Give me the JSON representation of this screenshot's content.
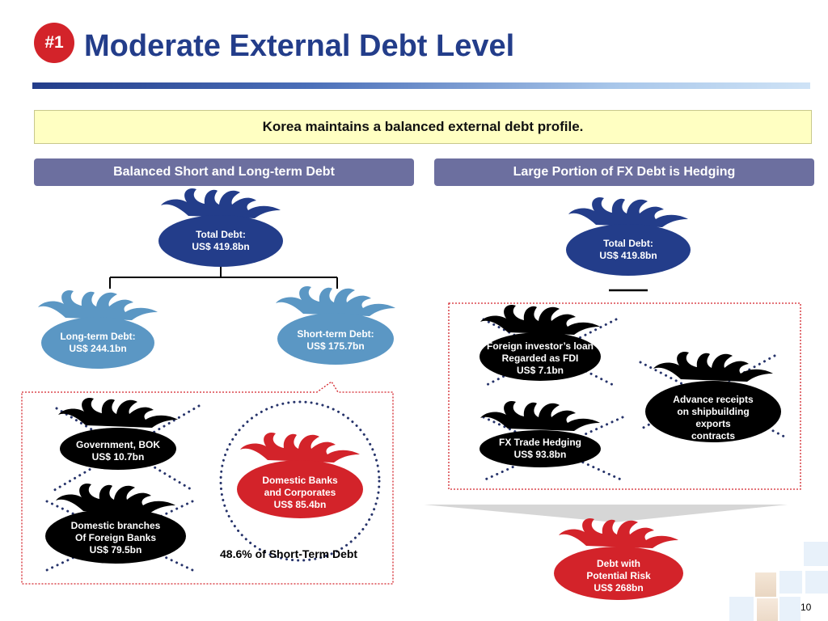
{
  "badge": "#1",
  "title": "Moderate External Debt Level",
  "banner": "Korea maintains a balanced external debt profile.",
  "left_header": "Balanced Short and Long-term Debt",
  "right_header": "Large Portion of FX Debt is Hedging",
  "left_tree": {
    "total": {
      "line1": "Total Debt:",
      "line2": "US$ 419.8bn"
    },
    "long_term": {
      "line1": "Long-term Debt:",
      "line2": "US$ 244.1bn"
    },
    "short_term": {
      "line1": "Short-term Debt:",
      "line2": "US$ 175.7bn"
    },
    "government": {
      "line1": "Government, BOK",
      "line2": "US$ 10.7bn"
    },
    "foreign_branches": {
      "line1": "Domestic branches",
      "line2": "Of Foreign Banks",
      "line3": "US$ 79.5bn"
    },
    "domestic_banks": {
      "line1": "Domestic Banks",
      "line2": "and Corporates",
      "line3": "US$ 85.4bn"
    },
    "note": "48.6% of Short-Term Debt"
  },
  "right_tree": {
    "total": {
      "line1": "Total Debt:",
      "line2": "US$ 419.8bn"
    },
    "fdi": {
      "line1": "Foreign investor’s loan",
      "line2": "Regarded as FDI",
      "line3": "US$ 7.1bn"
    },
    "advance": {
      "line1": "Advance receipts",
      "line2": "on shipbuilding",
      "line3": "exports",
      "line4": "contracts"
    },
    "fx_hedging": {
      "line1": "FX Trade Hedging",
      "line2": "US$ 93.8bn"
    },
    "risk": {
      "line1": "Debt with",
      "line2": "Potential Risk",
      "line3": "US$ 268bn"
    }
  },
  "colors": {
    "navy": "#233d8a",
    "light_blue": "#5b97c4",
    "black": "#000000",
    "red": "#d3232a",
    "header": "#6c6f9f"
  },
  "page_number": "10"
}
